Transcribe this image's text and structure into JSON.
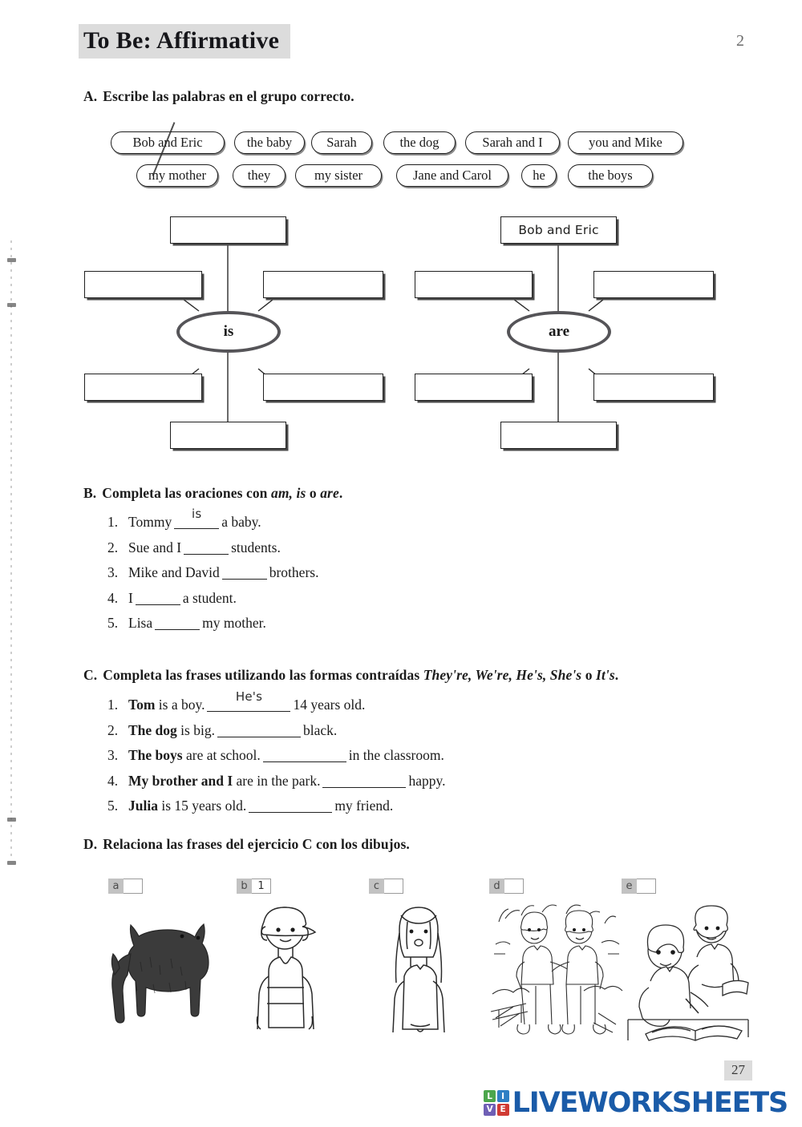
{
  "header": {
    "title": "To Be: Affirmative",
    "page_number_top": "2"
  },
  "sections": {
    "a": {
      "letter": "A.",
      "instruction": "Escribe las palabras en el grupo correcto.",
      "word_bank_row1": [
        "Bob and Eric",
        "the baby",
        "Sarah",
        "the dog",
        "Sarah and I",
        "you and Mike"
      ],
      "word_bank_row2": [
        "my mother",
        "they",
        "my sister",
        "Jane and Carol",
        "he",
        "the boys"
      ],
      "struck_through_word": "Bob and Eric",
      "map_is": {
        "center": "is",
        "boxes": [
          "",
          "",
          "",
          "",
          "",
          ""
        ]
      },
      "map_are": {
        "center": "are",
        "boxes": [
          "Bob and Eric",
          "",
          "",
          "",
          "",
          ""
        ]
      }
    },
    "b": {
      "letter": "B.",
      "instruction_pre": "Completa las oraciones con ",
      "instruction_em": "am, is",
      "instruction_mid": " o ",
      "instruction_em2": "are",
      "instruction_post": ".",
      "items": [
        {
          "num": "1.",
          "before": "Tommy",
          "answer": "is",
          "after": "a baby."
        },
        {
          "num": "2.",
          "before": "Sue and I",
          "answer": "",
          "after": "students."
        },
        {
          "num": "3.",
          "before": "Mike and David",
          "answer": "",
          "after": "brothers."
        },
        {
          "num": "4.",
          "before": "I",
          "answer": "",
          "after": "a student."
        },
        {
          "num": "5.",
          "before": "Lisa",
          "answer": "",
          "after": "my mother."
        }
      ]
    },
    "c": {
      "letter": "C.",
      "instruction_pre": "Completa las frases utilizando las formas contraídas ",
      "instruction_em": "They're, We're, He's, She's",
      "instruction_mid": " o ",
      "instruction_em2": "It's",
      "instruction_post": ".",
      "items": [
        {
          "num": "1.",
          "bold": "Tom",
          "before": " is a boy.",
          "answer": "He's",
          "after": "14 years old."
        },
        {
          "num": "2.",
          "bold": "The dog",
          "before": " is big.",
          "answer": "",
          "after": "black."
        },
        {
          "num": "3.",
          "bold": "The boys",
          "before": " are at school.",
          "answer": "",
          "after": "in the classroom."
        },
        {
          "num": "4.",
          "bold": "My brother and I",
          "before": " are in the park.",
          "answer": "",
          "after": "happy."
        },
        {
          "num": "5.",
          "bold": "Julia",
          "before": " is 15 years old.",
          "answer": "",
          "after": "my friend."
        }
      ]
    },
    "d": {
      "letter": "D.",
      "instruction": "Relaciona las frases del ejercicio C con los dibujos.",
      "pictures": [
        {
          "label": "a",
          "answer": "",
          "art": "black-dog"
        },
        {
          "label": "b",
          "answer": "1",
          "art": "boy-with-cap"
        },
        {
          "label": "c",
          "answer": "",
          "art": "girl-long-hair"
        },
        {
          "label": "d",
          "answer": "",
          "art": "two-boys-in-park"
        },
        {
          "label": "e",
          "answer": "",
          "art": "two-students-studying"
        }
      ]
    }
  },
  "footer": {
    "page_badge": "27",
    "brand_tiles": [
      "L",
      "I",
      "V",
      "E"
    ],
    "brand_word": "LIVEWORKSHEETS",
    "brand_colors": {
      "L": "#4ca64c",
      "I": "#2f7fc4",
      "V": "#6f5fb5",
      "E": "#d03b33",
      "word": "#1a5ba8"
    }
  }
}
